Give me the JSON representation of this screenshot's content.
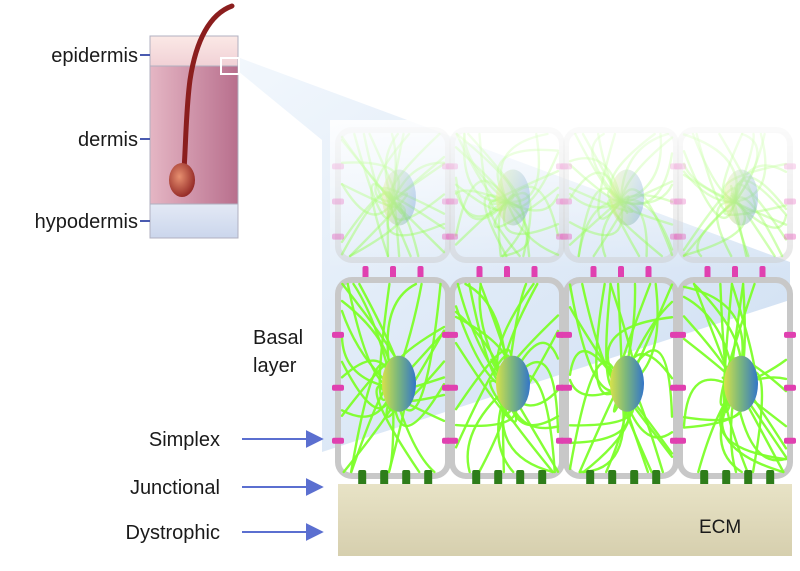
{
  "skin_layers": [
    {
      "id": "epidermis",
      "label": "epidermis"
    },
    {
      "id": "dermis",
      "label": "dermis"
    },
    {
      "id": "hypodermis",
      "label": "hypodermis"
    }
  ],
  "basal": {
    "line1": "Basal",
    "line2": "layer"
  },
  "arrows": [
    {
      "id": "simplex",
      "label": "Simplex"
    },
    {
      "id": "junctional",
      "label": "Junctional"
    },
    {
      "id": "dystrophic",
      "label": "Dystrophic"
    }
  ],
  "ecm_label": "ECM",
  "colors": {
    "epidermis": "#f3d9dc",
    "dermis": "#c9879f",
    "hypodermis": "#d6dff0",
    "hair": "#8b1e1e",
    "keratin": "#7dff2a",
    "membrane": "#c8c8c8",
    "desmosome": "#e040b0",
    "hemidesmosome": "#2e7d1a",
    "nucleus": "#3f86c4",
    "ecm": "#ddd7b8",
    "arrow": "#5b6fd0",
    "callout": "#cfe0f3"
  },
  "icons": {
    "arrow": "right-arrow-icon"
  }
}
